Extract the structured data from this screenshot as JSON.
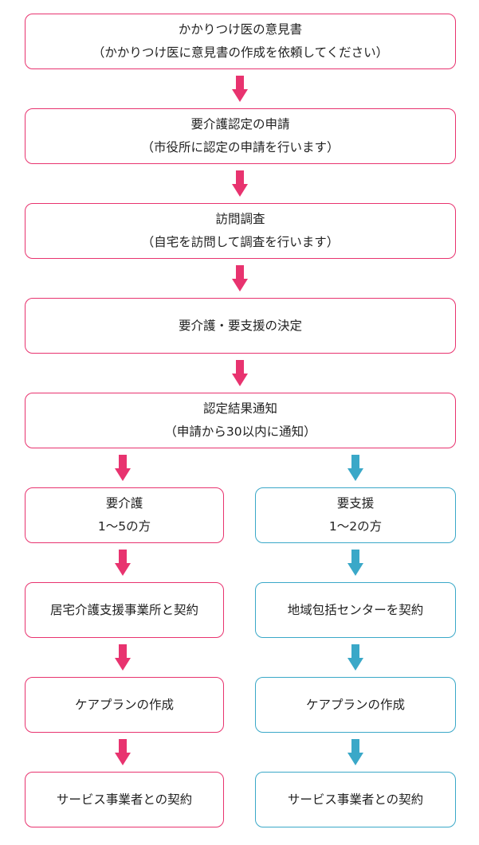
{
  "colors": {
    "pink": "#e8336f",
    "blue": "#3aa8c8"
  },
  "steps": [
    {
      "line1": "かかりつけ医の意見書",
      "line2": "（かかりつけ医に意見書の作成を依頼してください）"
    },
    {
      "line1": "要介護認定の申請",
      "line2": "（市役所に認定の申請を行います）"
    },
    {
      "line1": "訪問調査",
      "line2": "（自宅を訪問して調査を行います）"
    },
    {
      "line1": "要介護・要支援の決定"
    },
    {
      "line1": "認定結果通知",
      "line2": "（申請から30以内に通知）"
    }
  ],
  "left_branch": [
    {
      "line1": "要介護",
      "line2": "1～5の方"
    },
    {
      "line1": "居宅介護支援事業所と契約"
    },
    {
      "line1": "ケアプランの作成"
    },
    {
      "line1": "サービス事業者との契約"
    }
  ],
  "right_branch": [
    {
      "line1": "要支援",
      "line2": "1～2の方"
    },
    {
      "line1": "地域包括センターを契約"
    },
    {
      "line1": "ケアプランの作成"
    },
    {
      "line1": "サービス事業者との契約"
    }
  ]
}
